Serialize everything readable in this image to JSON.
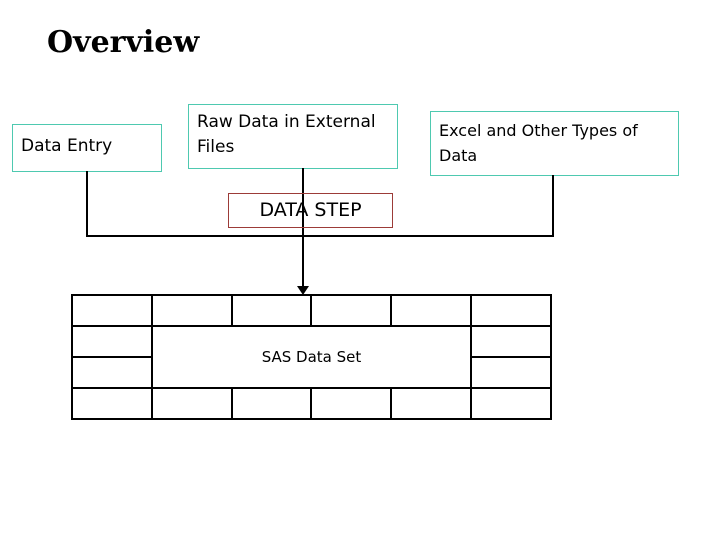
{
  "slide": {
    "title": "Overview",
    "background_color": "#ffffff"
  },
  "colors": {
    "source_box_border": "#4ec9b0",
    "data_step_border": "#9c3b38",
    "connector": "#000000",
    "table_border": "#000000",
    "text": "#000000"
  },
  "source_boxes": [
    {
      "id": "data-entry",
      "label": "Data Entry"
    },
    {
      "id": "raw-data",
      "label": "Raw Data in External Files"
    },
    {
      "id": "excel",
      "label": "Excel and Other Types of Data"
    }
  ],
  "process": {
    "label": "DATA STEP"
  },
  "output": {
    "label": "SAS Data Set",
    "columns": 6,
    "rows": 4
  }
}
